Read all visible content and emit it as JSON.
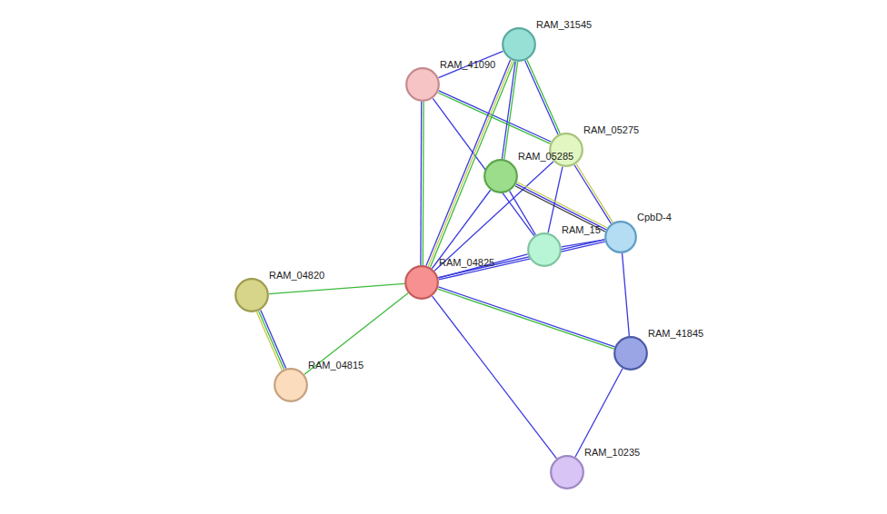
{
  "diagram": {
    "nodes": [
      {
        "text": [
          "RAM_31545"
        ]
      },
      {
        "text": [
          "RAM_41090"
        ]
      },
      {
        "text": [
          "RAM_05275"
        ]
      },
      {
        "text": [
          "RAM_05285"
        ]
      },
      {
        "text": [
          "CpbD-4"
        ]
      },
      {
        "text": [
          "RAM_15"
        ]
      },
      {
        "text": [
          "RAM_04825"
        ]
      },
      {
        "text": [
          "RAM_04820"
        ]
      },
      {
        "text": [
          "RAM_04815"
        ]
      },
      {
        "text": [
          "RAM_41845"
        ]
      },
      {
        "text": [
          "RAM_10235"
        ]
      }
    ],
    "edges": [
      {
        "from": 1,
        "to": 0,
        "arrow": "none"
      },
      {
        "from": 1,
        "to": 2,
        "arrow": "none"
      },
      {
        "from": 1,
        "to": 6,
        "arrow": "none"
      },
      {
        "from": 1,
        "to": 5,
        "arrow": "none"
      },
      {
        "from": 0,
        "to": 3,
        "arrow": "none"
      },
      {
        "from": 0,
        "to": 2,
        "arrow": "none"
      },
      {
        "from": 0,
        "to": 6,
        "arrow": "none"
      },
      {
        "from": 2,
        "to": 4,
        "arrow": "none"
      },
      {
        "from": 2,
        "to": 5,
        "arrow": "none"
      },
      {
        "from": 2,
        "to": 6,
        "arrow": "none"
      },
      {
        "from": 3,
        "to": 4,
        "arrow": "none"
      },
      {
        "from": 3,
        "to": 5,
        "arrow": "none"
      },
      {
        "from": 3,
        "to": 6,
        "arrow": "none"
      },
      {
        "from": 5,
        "to": 4,
        "arrow": "none"
      },
      {
        "from": 6,
        "to": 4,
        "arrow": "none"
      },
      {
        "from": 6,
        "to": 5,
        "arrow": "none"
      },
      {
        "from": 4,
        "to": 9,
        "arrow": "none"
      },
      {
        "from": 6,
        "to": 9,
        "arrow": "none"
      },
      {
        "from": 6,
        "to": 10,
        "arrow": "none"
      },
      {
        "from": 9,
        "to": 10,
        "arrow": "none"
      },
      {
        "from": 6,
        "to": 7,
        "arrow": "none"
      },
      {
        "from": 6,
        "to": 8,
        "arrow": "none"
      },
      {
        "from": 7,
        "to": 8,
        "arrow": "none"
      }
    ]
  }
}
